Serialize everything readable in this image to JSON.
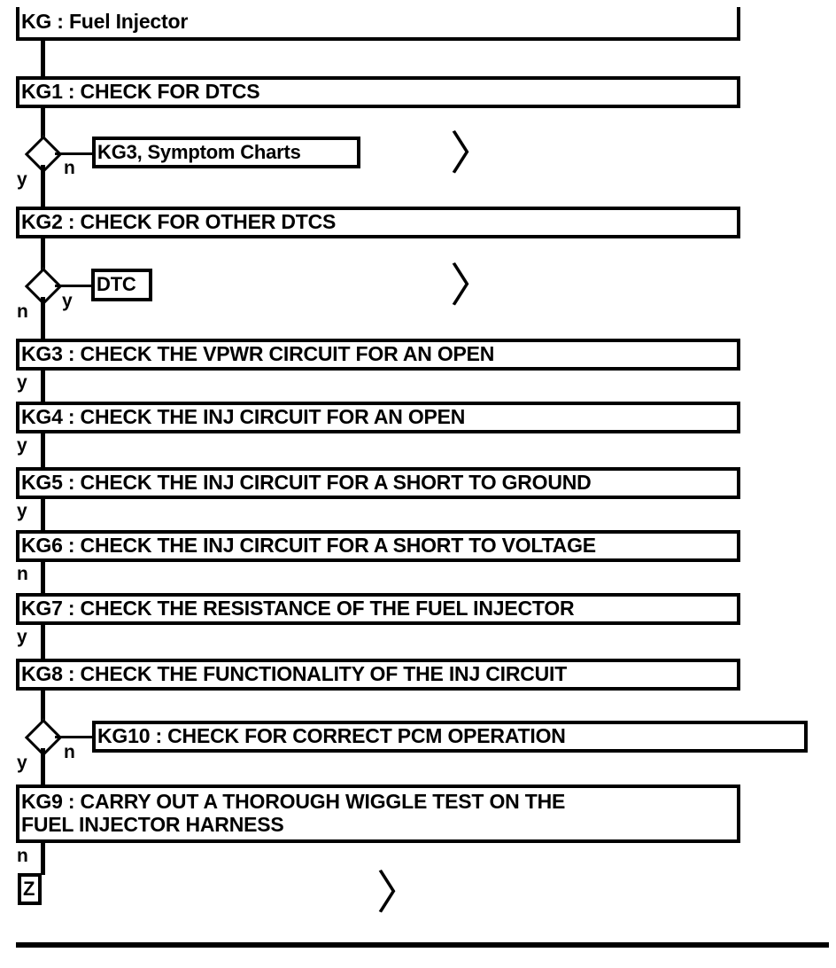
{
  "diagram": {
    "title": "KG : Fuel Injector",
    "type": "pinpoint-test-flowchart",
    "steps": [
      {
        "id": "KG",
        "label": "KG : Fuel Injector"
      },
      {
        "id": "KG1",
        "label": "KG1 : CHECK FOR DTCS"
      },
      {
        "id": "KG2",
        "label": "KG2 : CHECK FOR OTHER DTCS"
      },
      {
        "id": "KG3",
        "label": "KG3 : CHECK THE VPWR CIRCUIT FOR AN OPEN"
      },
      {
        "id": "KG4",
        "label": "KG4 : CHECK THE INJ CIRCUIT FOR AN OPEN"
      },
      {
        "id": "KG5",
        "label": "KG5 : CHECK THE INJ CIRCUIT FOR A SHORT TO GROUND"
      },
      {
        "id": "KG6",
        "label": "KG6 : CHECK THE INJ CIRCUIT FOR A SHORT TO VOLTAGE"
      },
      {
        "id": "KG7",
        "label": "KG7 : CHECK THE RESISTANCE OF THE FUEL INJECTOR"
      },
      {
        "id": "KG8",
        "label": "KG8 : CHECK THE FUNCTIONALITY OF THE INJ CIRCUIT"
      },
      {
        "id": "KG10",
        "label": "KG10 : CHECK FOR CORRECT PCM OPERATION"
      },
      {
        "id": "KG9",
        "label": "KG9 : CARRY OUT A THOROUGH WIGGLE TEST ON THE\nFUEL INJECTOR HARNESS"
      }
    ],
    "references": [
      {
        "id": "ref-symptom-charts",
        "label": "KG3, Symptom Charts"
      },
      {
        "id": "ref-dtc",
        "label": "DTC"
      },
      {
        "id": "ref-z",
        "label": "Z"
      }
    ],
    "branch_labels": {
      "yes": "y",
      "no": "n"
    },
    "branches": [
      {
        "from": "KG1",
        "yes": "y",
        "no": "n",
        "no_target": "KG3, Symptom Charts"
      },
      {
        "from": "KG2",
        "yes": "y",
        "no": "n",
        "yes_target": "DTC"
      },
      {
        "from": "KG8",
        "yes": "y",
        "no": "n",
        "no_target": "KG10 : CHECK FOR CORRECT PCM OPERATION"
      }
    ],
    "inline_labels": [
      {
        "after": "KG3",
        "value": "y"
      },
      {
        "after": "KG4",
        "value": "y"
      },
      {
        "after": "KG5",
        "value": "y"
      },
      {
        "after": "KG6",
        "value": "n"
      },
      {
        "after": "KG7",
        "value": "y"
      },
      {
        "after": "KG9",
        "value": "n"
      }
    ],
    "goto_markers": [
      {
        "name": "goto-chevron-1",
        "glyph": "〉"
      },
      {
        "name": "goto-chevron-2",
        "glyph": "〉"
      },
      {
        "name": "goto-chevron-3",
        "glyph": "〉"
      }
    ],
    "colors": {
      "ink": "#000000",
      "paper": "#ffffff"
    }
  }
}
